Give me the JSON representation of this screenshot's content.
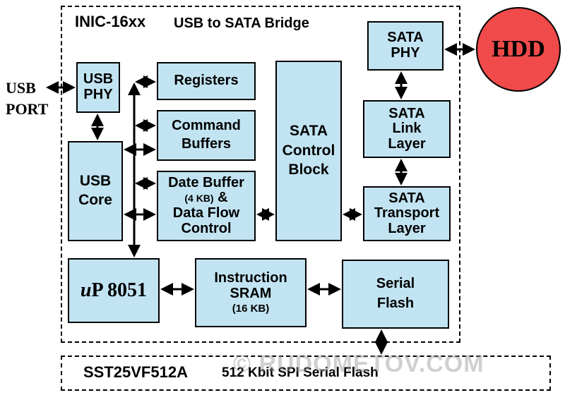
{
  "chip": {
    "name": "INIC-16xx",
    "subtitle": "USB to SATA Bridge"
  },
  "usb_port": {
    "line1": "USB",
    "line2": "PORT"
  },
  "hdd": {
    "label": "HDD"
  },
  "blocks": {
    "usb_phy": {
      "l1": "USB",
      "l2": "PHY"
    },
    "usb_core": {
      "l1": "USB",
      "l2": "Core"
    },
    "registers": {
      "l1": "Registers"
    },
    "command_buffers": {
      "l1": "Command",
      "l2": "Buffers"
    },
    "data_buffer": {
      "l1": "Date Buffer",
      "l2a": "(4 KB)",
      "l2b": "&",
      "l3": "Data Flow",
      "l4": "Control"
    },
    "sata_control": {
      "l1": "SATA",
      "l2": "Control",
      "l3": "Block"
    },
    "sata_phy": {
      "l1": "SATA",
      "l2": "PHY"
    },
    "sata_link": {
      "l1": "SATA",
      "l2": "Link",
      "l3": "Layer"
    },
    "sata_transport": {
      "l1": "SATA",
      "l2": "Transport",
      "l3": "Layer"
    },
    "up8051": {
      "prefix": "u",
      "rest": "P 8051"
    },
    "instruction_sram": {
      "l1": "Instruction",
      "l2": "SRAM",
      "l3": "(16 KB)"
    },
    "serial_flash": {
      "l1": "Serial",
      "l2": "Flash"
    }
  },
  "flash_chip": {
    "part": "SST25VF512A",
    "desc": "512 Kbit SPI Serial Flash"
  },
  "watermark": "© RUDOMETOV.COM"
}
